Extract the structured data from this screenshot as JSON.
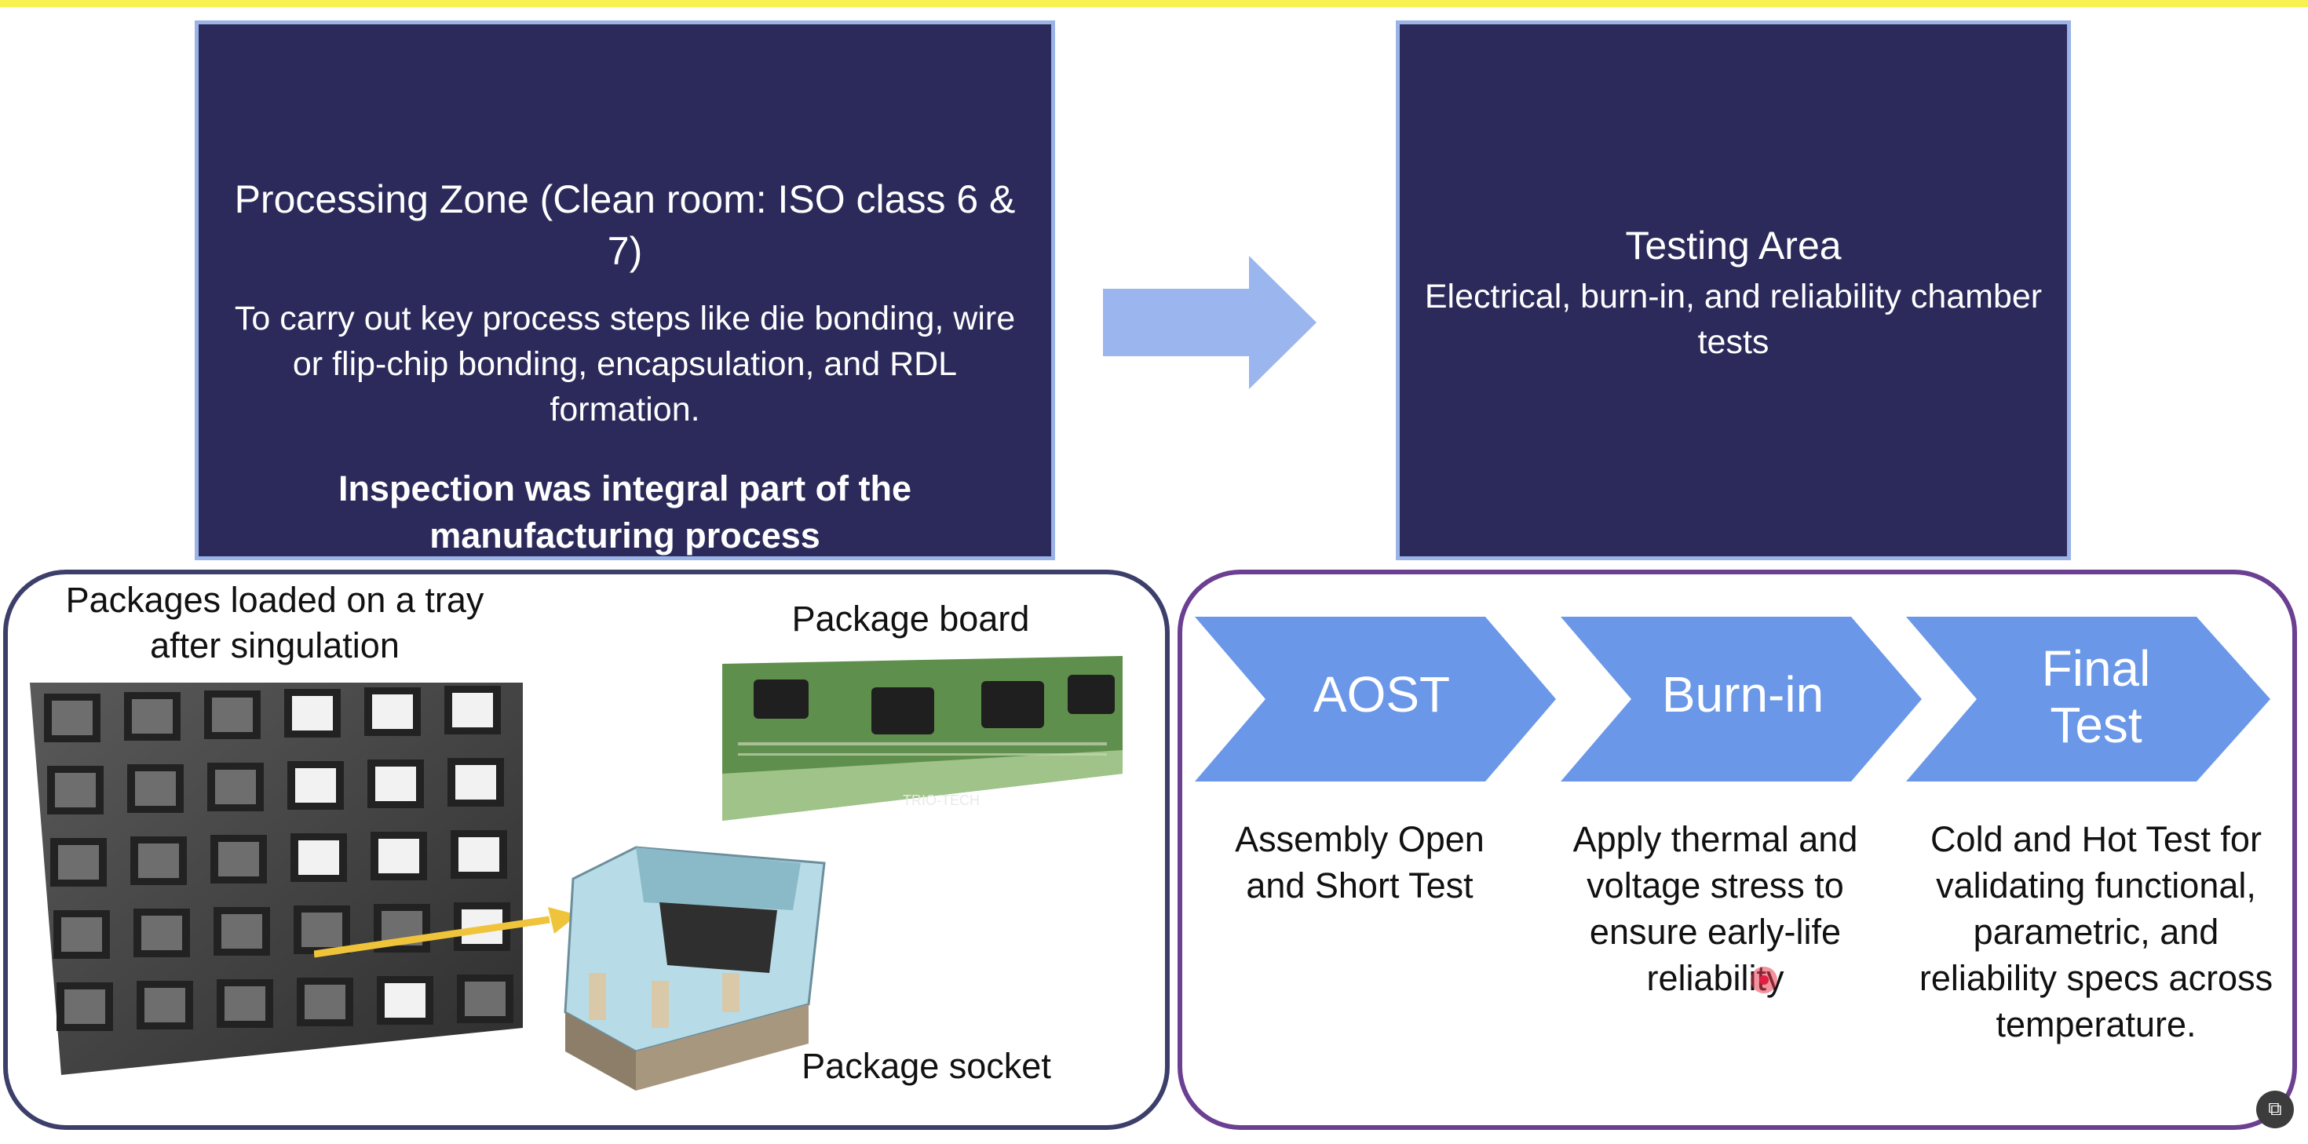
{
  "processing_zone": {
    "title": "Processing Zone (Clean room: ISO class 6 & 7)",
    "description": "To carry out key process steps like die bonding, wire or flip-chip bonding, encapsulation, and RDL formation.",
    "highlight": "Inspection was integral part of the manufacturing process"
  },
  "testing_area": {
    "title": "Testing Area",
    "description": "Electrical, burn-in, and reliability chamber tests"
  },
  "left_panel": {
    "tray_caption": "Packages loaded on a tray after singulation",
    "board_caption": "Package board",
    "socket_caption": "Package socket",
    "board_brand": "TRIO-TECH"
  },
  "test_steps": [
    {
      "label": "AOST",
      "description": "Assembly Open and Short Test"
    },
    {
      "label": "Burn-in",
      "description": "Apply thermal and voltage stress to ensure early-life reliability"
    },
    {
      "label": "Final Test",
      "description": "Cold and Hot Test for validating functional, parametric, and reliability specs across temperature."
    }
  ],
  "colors": {
    "navy": "#2b2a5b",
    "box_border": "#9bb3e6",
    "arrow": "#9bb6ef",
    "chevron": "#6a97e8",
    "top_bar": "#f7f24f",
    "left_panel_border": "#3d3f6b",
    "right_panel_border": "#6b3f92"
  },
  "icons": {
    "corner": "screen-capture-icon",
    "cursor": "cursor-highlight-icon"
  }
}
